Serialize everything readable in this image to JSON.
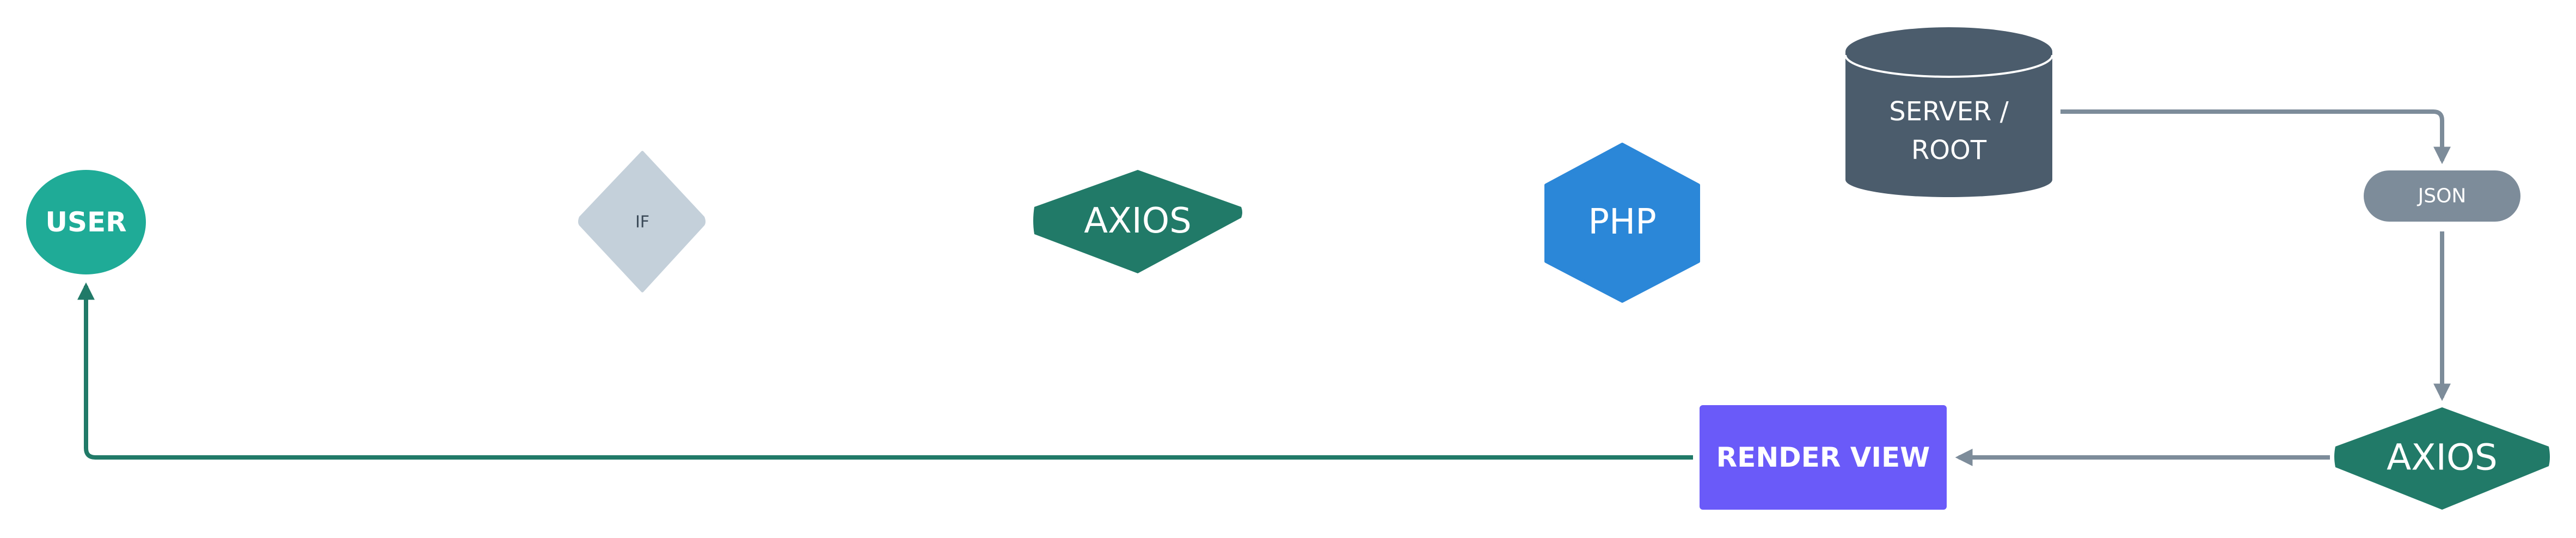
{
  "nodes": {
    "user": {
      "label": "USER",
      "shape": "ellipse",
      "color": "#1fab97"
    },
    "if": {
      "label": "IF",
      "shape": "diamond",
      "color": "#c4d0da"
    },
    "axios_top": {
      "label": "AXIOS",
      "shape": "hexagon",
      "color": "#217a68"
    },
    "php": {
      "label": "PHP",
      "shape": "hexagon",
      "color": "#2b87d8"
    },
    "server": {
      "label_line1": "SERVER /",
      "label_line2": "ROOT",
      "shape": "cylinder",
      "color": "#4b5c6c"
    },
    "json": {
      "label": "JSON",
      "shape": "pill",
      "color": "#7d8c9a"
    },
    "axios_bottom": {
      "label": "AXIOS",
      "shape": "hexagon",
      "color": "#217a68"
    },
    "render_view": {
      "label": "RENDER VIEW",
      "shape": "rectangle",
      "color": "#6a5af9"
    }
  },
  "edges": [
    {
      "from": "server",
      "to": "json",
      "color": "#7d8c9a"
    },
    {
      "from": "json",
      "to": "axios_bottom",
      "color": "#7d8c9a"
    },
    {
      "from": "axios_bottom",
      "to": "render_view",
      "color": "#7d8c9a"
    },
    {
      "from": "render_view",
      "to": "user",
      "color": "#217a68"
    }
  ]
}
